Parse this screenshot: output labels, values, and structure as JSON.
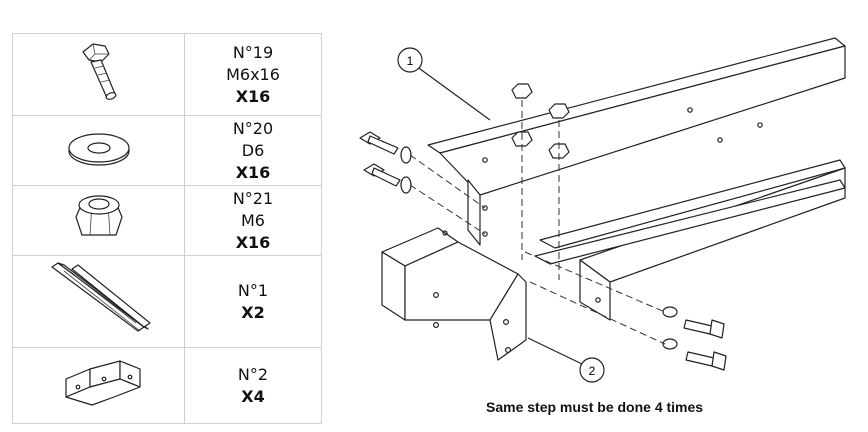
{
  "parts": [
    {
      "icon": "bolt-icon",
      "lines": [
        "N°19",
        "M6x16"
      ],
      "qty": "X16"
    },
    {
      "icon": "washer-icon",
      "lines": [
        "N°20",
        "D6"
      ],
      "qty": "X16"
    },
    {
      "icon": "nut-icon",
      "lines": [
        "N°21",
        "M6"
      ],
      "qty": "X16"
    },
    {
      "icon": "rail-icon",
      "lines": [
        "N°1"
      ],
      "qty": "X2"
    },
    {
      "icon": "bracket-icon",
      "lines": [
        "N°2"
      ],
      "qty": "X4"
    }
  ],
  "callouts": {
    "rail": "1",
    "bracket": "2"
  },
  "caption": "Same step must be done 4 times"
}
